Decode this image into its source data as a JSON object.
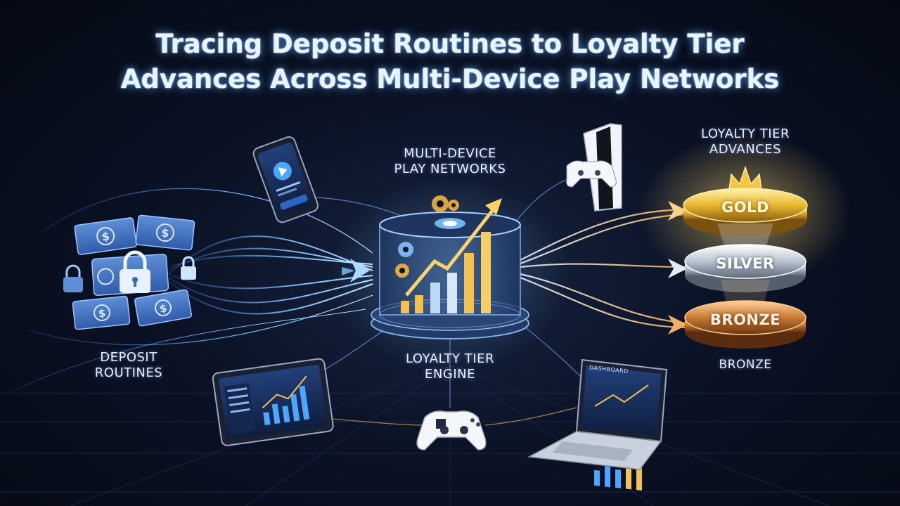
{
  "title": {
    "line1": "Tracing Deposit Routines to Loyalty Tier",
    "line2": "Advances Across Multi-Device Play Networks"
  },
  "labels": {
    "deposit": [
      "DEPOSIT",
      "ROUTINES"
    ],
    "network": [
      "MULTI-DEVICE",
      "PLAY NETWORKS"
    ],
    "engine": [
      "LOYALTY TIER",
      "ENGINE"
    ],
    "advances": [
      "LOYALTY TIER",
      "ADVANCES"
    ]
  },
  "tiers": {
    "gold": "GOLD",
    "silver": "SILVER",
    "bronze": "BRONZE",
    "bronze_caption": "BRONZE"
  },
  "laptop_header": "DASHBOARD",
  "colors": {
    "accent_blue": "#4aa6ff",
    "gold": "#f4c542",
    "silver": "#d8e0ea",
    "bronze": "#d98a3a"
  },
  "icons": [
    "dollar-bill-icon",
    "padlock-icon",
    "smartphone-icon",
    "gear-icon",
    "game-console-icon",
    "gamepad-icon",
    "tablet-icon",
    "laptop-icon",
    "crown-icon",
    "growth-arrow-icon"
  ]
}
